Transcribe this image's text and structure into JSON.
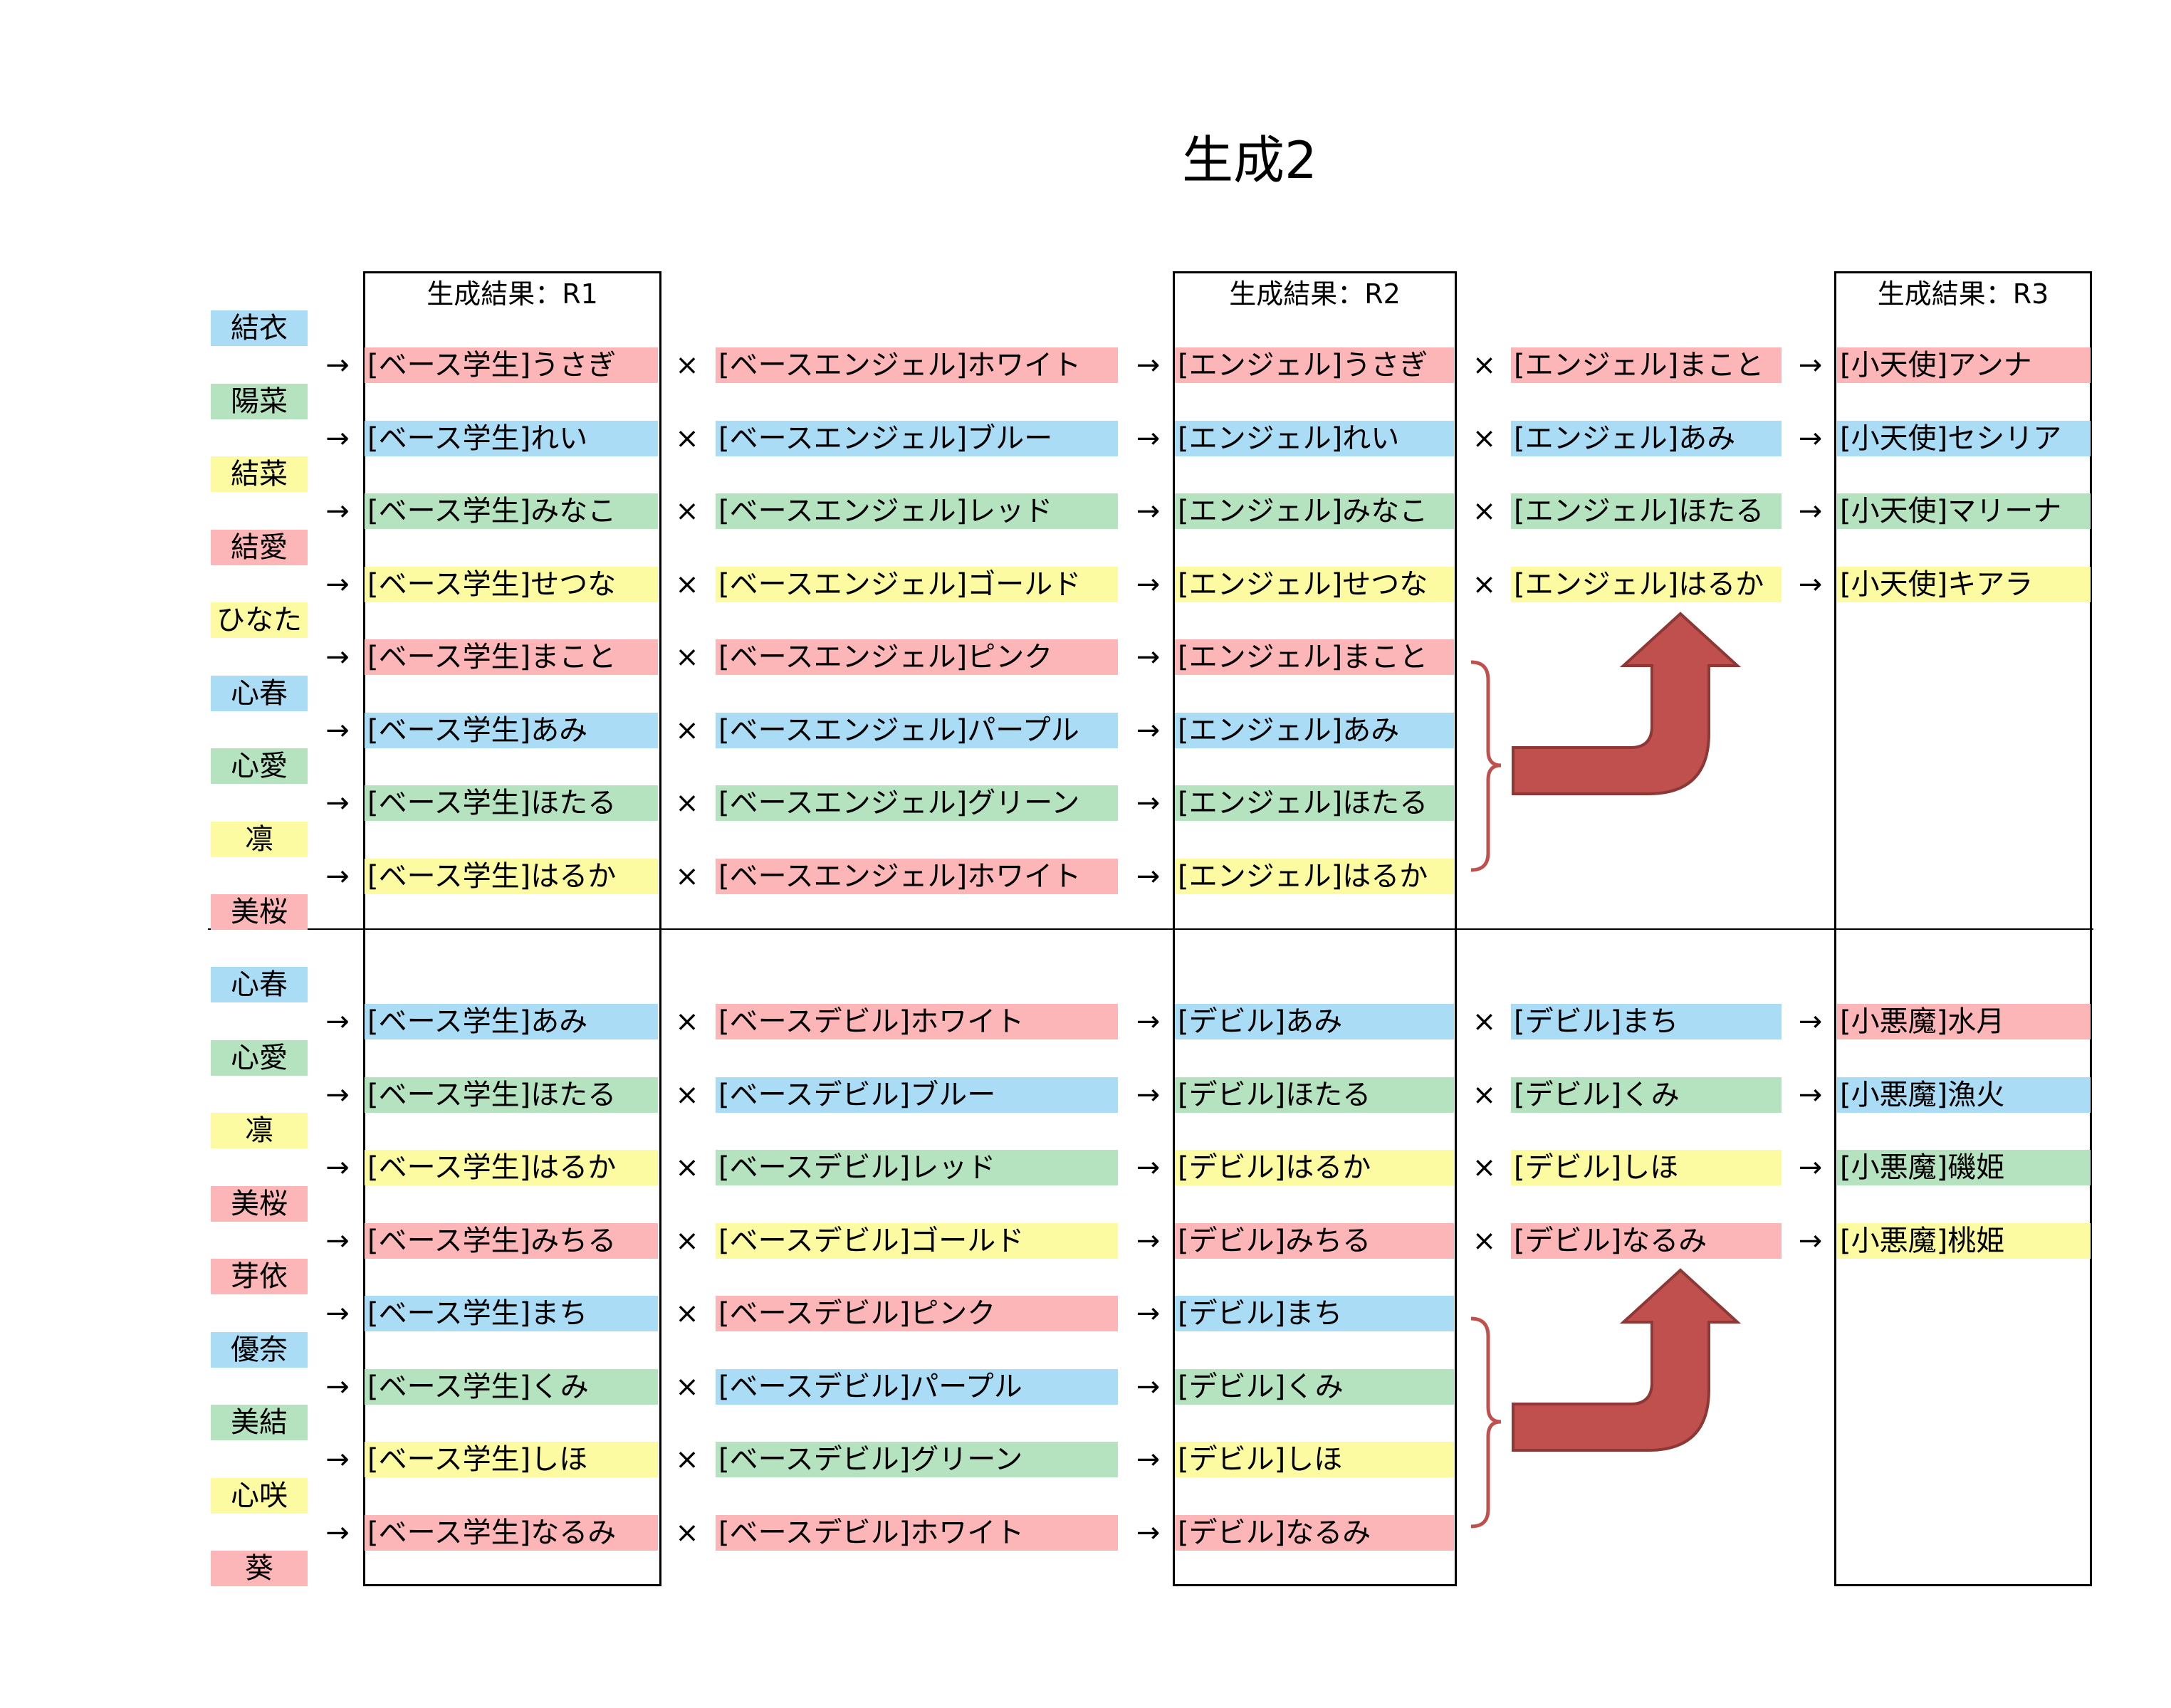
{
  "title": "生成2",
  "headers": {
    "r1": "生成結果：R1",
    "r2": "生成結果：R2",
    "r3": "生成結果：R3"
  },
  "symbols": {
    "arrow": "→",
    "times": "×"
  },
  "colors": {
    "blue": "#aadcf5",
    "green": "#b5e2bf",
    "yellow": "#fdfba2",
    "pink": "#fcb6b8",
    "arrow_fill": "#c0504d",
    "arrow_stroke": "#8c3836",
    "brace": "#c0504d"
  },
  "angel_section": {
    "names": [
      {
        "text": "結衣",
        "color": "blue"
      },
      {
        "text": "陽菜",
        "color": "green"
      },
      {
        "text": "結菜",
        "color": "yellow"
      },
      {
        "text": "結愛",
        "color": "pink"
      },
      {
        "text": "ひなた",
        "color": "yellow"
      },
      {
        "text": "心春",
        "color": "blue"
      },
      {
        "text": "心愛",
        "color": "green"
      },
      {
        "text": "凛",
        "color": "yellow"
      },
      {
        "text": "美桜",
        "color": "pink"
      }
    ],
    "rows": [
      {
        "r1": {
          "text": "[ベース学生]うさぎ",
          "color": "pink"
        },
        "base": {
          "text": "[ベースエンジェル]ホワイト",
          "color": "pink"
        },
        "r2": {
          "text": "[エンジェル]うさぎ",
          "color": "pink"
        },
        "partner": {
          "text": "[エンジェル]まこと",
          "color": "pink"
        },
        "r3": {
          "text": "[小天使]アンナ",
          "color": "pink"
        }
      },
      {
        "r1": {
          "text": "[ベース学生]れい",
          "color": "blue"
        },
        "base": {
          "text": "[ベースエンジェル]ブルー",
          "color": "blue"
        },
        "r2": {
          "text": "[エンジェル]れい",
          "color": "blue"
        },
        "partner": {
          "text": "[エンジェル]あみ",
          "color": "blue"
        },
        "r3": {
          "text": "[小天使]セシリア",
          "color": "blue"
        }
      },
      {
        "r1": {
          "text": "[ベース学生]みなこ",
          "color": "green"
        },
        "base": {
          "text": "[ベースエンジェル]レッド",
          "color": "green"
        },
        "r2": {
          "text": "[エンジェル]みなこ",
          "color": "green"
        },
        "partner": {
          "text": "[エンジェル]ほたる",
          "color": "green"
        },
        "r3": {
          "text": "[小天使]マリーナ",
          "color": "green"
        }
      },
      {
        "r1": {
          "text": "[ベース学生]せつな",
          "color": "yellow"
        },
        "base": {
          "text": "[ベースエンジェル]ゴールド",
          "color": "yellow"
        },
        "r2": {
          "text": "[エンジェル]せつな",
          "color": "yellow"
        },
        "partner": {
          "text": "[エンジェル]はるか",
          "color": "yellow"
        },
        "r3": {
          "text": "[小天使]キアラ",
          "color": "yellow"
        }
      },
      {
        "r1": {
          "text": "[ベース学生]まこと",
          "color": "pink"
        },
        "base": {
          "text": "[ベースエンジェル]ピンク",
          "color": "pink"
        },
        "r2": {
          "text": "[エンジェル]まこと",
          "color": "pink"
        }
      },
      {
        "r1": {
          "text": "[ベース学生]あみ",
          "color": "blue"
        },
        "base": {
          "text": "[ベースエンジェル]パープル",
          "color": "blue"
        },
        "r2": {
          "text": "[エンジェル]あみ",
          "color": "blue"
        }
      },
      {
        "r1": {
          "text": "[ベース学生]ほたる",
          "color": "green"
        },
        "base": {
          "text": "[ベースエンジェル]グリーン",
          "color": "green"
        },
        "r2": {
          "text": "[エンジェル]ほたる",
          "color": "green"
        }
      },
      {
        "r1": {
          "text": "[ベース学生]はるか",
          "color": "yellow"
        },
        "base": {
          "text": "[ベースエンジェル]ホワイト",
          "color": "pink"
        },
        "r2": {
          "text": "[エンジェル]はるか",
          "color": "yellow"
        }
      }
    ]
  },
  "devil_section": {
    "names": [
      {
        "text": "心春",
        "color": "blue"
      },
      {
        "text": "心愛",
        "color": "green"
      },
      {
        "text": "凛",
        "color": "yellow"
      },
      {
        "text": "美桜",
        "color": "pink"
      },
      {
        "text": "芽依",
        "color": "pink"
      },
      {
        "text": "優奈",
        "color": "blue"
      },
      {
        "text": "美結",
        "color": "green"
      },
      {
        "text": "心咲",
        "color": "yellow"
      },
      {
        "text": "葵",
        "color": "pink"
      }
    ],
    "rows": [
      {
        "r1": {
          "text": "[ベース学生]あみ",
          "color": "blue"
        },
        "base": {
          "text": "[ベースデビル]ホワイト",
          "color": "pink"
        },
        "r2": {
          "text": "[デビル]あみ",
          "color": "blue"
        },
        "partner": {
          "text": "[デビル]まち",
          "color": "blue"
        },
        "r3": {
          "text": "[小悪魔]水月",
          "color": "pink"
        }
      },
      {
        "r1": {
          "text": "[ベース学生]ほたる",
          "color": "green"
        },
        "base": {
          "text": "[ベースデビル]ブルー",
          "color": "blue"
        },
        "r2": {
          "text": "[デビル]ほたる",
          "color": "green"
        },
        "partner": {
          "text": "[デビル]くみ",
          "color": "green"
        },
        "r3": {
          "text": "[小悪魔]漁火",
          "color": "blue"
        }
      },
      {
        "r1": {
          "text": "[ベース学生]はるか",
          "color": "yellow"
        },
        "base": {
          "text": "[ベースデビル]レッド",
          "color": "green"
        },
        "r2": {
          "text": "[デビル]はるか",
          "color": "yellow"
        },
        "partner": {
          "text": "[デビル]しほ",
          "color": "yellow"
        },
        "r3": {
          "text": "[小悪魔]磯姫",
          "color": "green"
        }
      },
      {
        "r1": {
          "text": "[ベース学生]みちる",
          "color": "pink"
        },
        "base": {
          "text": "[ベースデビル]ゴールド",
          "color": "yellow"
        },
        "r2": {
          "text": "[デビル]みちる",
          "color": "pink"
        },
        "partner": {
          "text": "[デビル]なるみ",
          "color": "pink"
        },
        "r3": {
          "text": "[小悪魔]桃姫",
          "color": "yellow"
        }
      },
      {
        "r1": {
          "text": "[ベース学生]まち",
          "color": "blue"
        },
        "base": {
          "text": "[ベースデビル]ピンク",
          "color": "pink"
        },
        "r2": {
          "text": "[デビル]まち",
          "color": "blue"
        }
      },
      {
        "r1": {
          "text": "[ベース学生]くみ",
          "color": "green"
        },
        "base": {
          "text": "[ベースデビル]パープル",
          "color": "blue"
        },
        "r2": {
          "text": "[デビル]くみ",
          "color": "green"
        }
      },
      {
        "r1": {
          "text": "[ベース学生]しほ",
          "color": "yellow"
        },
        "base": {
          "text": "[ベースデビル]グリーン",
          "color": "green"
        },
        "r2": {
          "text": "[デビル]しほ",
          "color": "yellow"
        }
      },
      {
        "r1": {
          "text": "[ベース学生]なるみ",
          "color": "pink"
        },
        "base": {
          "text": "[ベースデビル]ホワイト",
          "color": "pink"
        },
        "r2": {
          "text": "[デビル]なるみ",
          "color": "pink"
        }
      }
    ]
  }
}
